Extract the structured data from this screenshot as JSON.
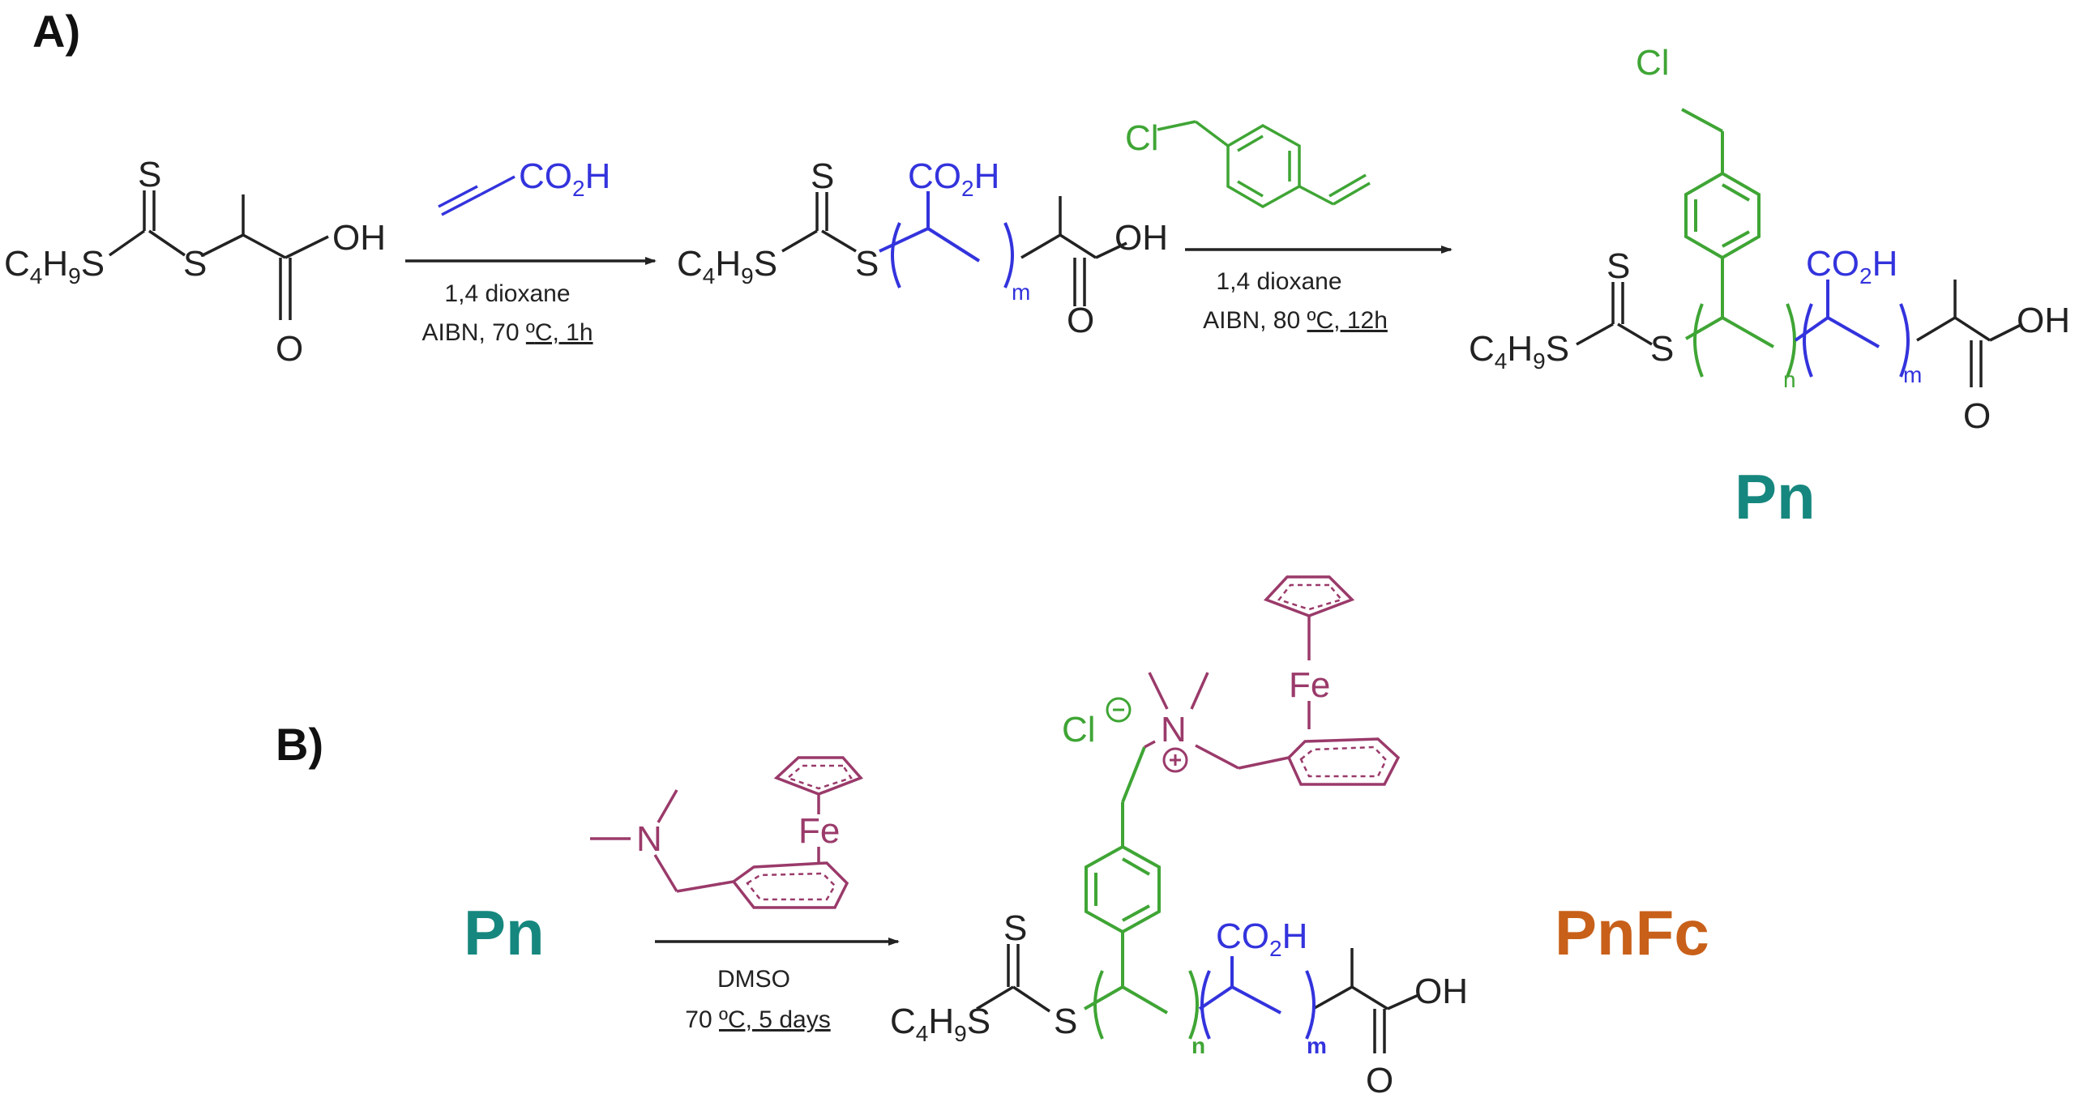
{
  "colors": {
    "black": "#222222",
    "acrylic_acid": "#3333dd",
    "vinylbenzyl": "#3fa535",
    "ferrocene": "#9a3a6a",
    "pn_label": "#16877e",
    "pnfc_label": "#c8601a"
  },
  "panels": {
    "a": "A)",
    "b": "B)"
  },
  "atoms": {
    "S": "S",
    "O": "O",
    "OH": "OH",
    "Cl": "Cl",
    "Fe": "Fe",
    "N": "N",
    "C4H9S_main": "C",
    "C4H9S_sub4": "4",
    "C4H9S_mid": "H",
    "C4H9S_sub9": "9",
    "C4H9S_end": "S",
    "CO2H_main": "CO",
    "CO2H_sub": "2",
    "CO2H_end": "H",
    "m": "m",
    "n": "n"
  },
  "reactions": {
    "step1": {
      "solvent": "1,4 dioxane",
      "conditions_pre": "AIBN, 70 ",
      "degree": "º",
      "conditions_post": "C, 1h"
    },
    "step2": {
      "solvent": "1,4 dioxane",
      "conditions_pre": "AIBN, 80 ",
      "degree": "º",
      "conditions_post": "C, 12h"
    },
    "step3": {
      "solvent": "DMSO",
      "conditions_pre": "70 ",
      "degree": "º",
      "conditions_post": "C, 5 days"
    }
  },
  "labels": {
    "pn_product": "Pn",
    "pn_reactant": "Pn",
    "pnfc_product": "PnFc"
  }
}
